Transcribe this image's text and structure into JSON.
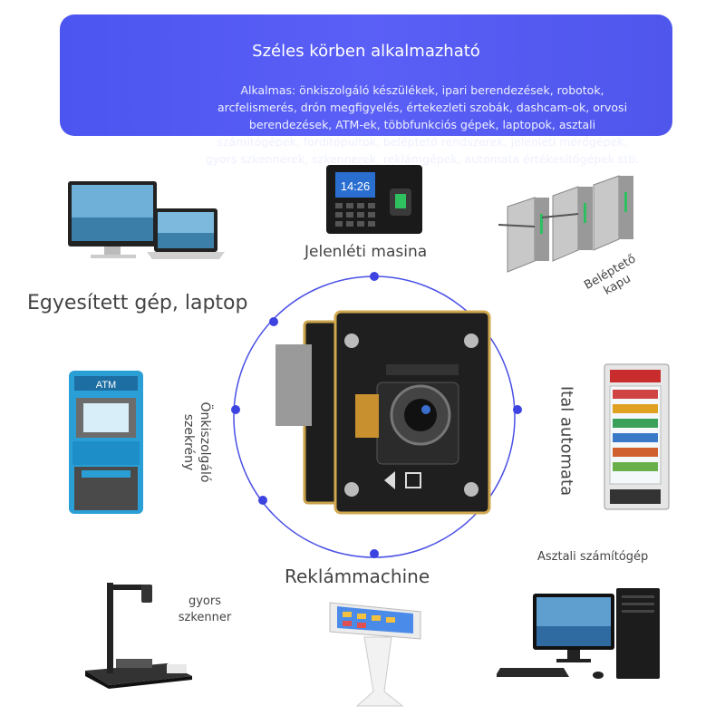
{
  "banner": {
    "title": "Széles körben alkalmazható",
    "text_lines": [
      "Alkalmas: önkiszolgáló készülékek, ipari berendezések, robotok,",
      "arcfelismerés, drón megfigyelés, értekezleti szobák, dashcam-ok, orvosi",
      "berendezések, ATM-ek, többfunkciós gépek, laptopok, asztali",
      "számítógépek, fordítópultok, beléptető rendszerek, jelenléti mérőgépek,",
      "gyors szkennerek, szkennerek, reklámgépek, automata értékesítőgépek stb."
    ],
    "color": "#5058f0"
  },
  "labels": {
    "attendance": "Jelenléti masina",
    "computer_laptop": "Egyesített gép, laptop",
    "turnstile": [
      "Beléptető",
      "kapu"
    ],
    "kiosk": [
      "Önkiszolgáló",
      "szekrény"
    ],
    "vending": "Ital automata",
    "advertising": "Reklámmachine",
    "desktop": "Asztali számítógép",
    "scanner": [
      "gyors",
      "szkenner"
    ]
  },
  "device_screens": {
    "attendance_time": "14:26",
    "atm_sign": "ATM"
  },
  "icons": [
    "laptop-monitor-icon",
    "attendance-machine-icon",
    "turnstile-icon",
    "atm-kiosk-icon",
    "camera-module-icon",
    "vending-machine-icon",
    "document-scanner-icon",
    "ad-kiosk-icon",
    "desktop-pc-icon"
  ]
}
